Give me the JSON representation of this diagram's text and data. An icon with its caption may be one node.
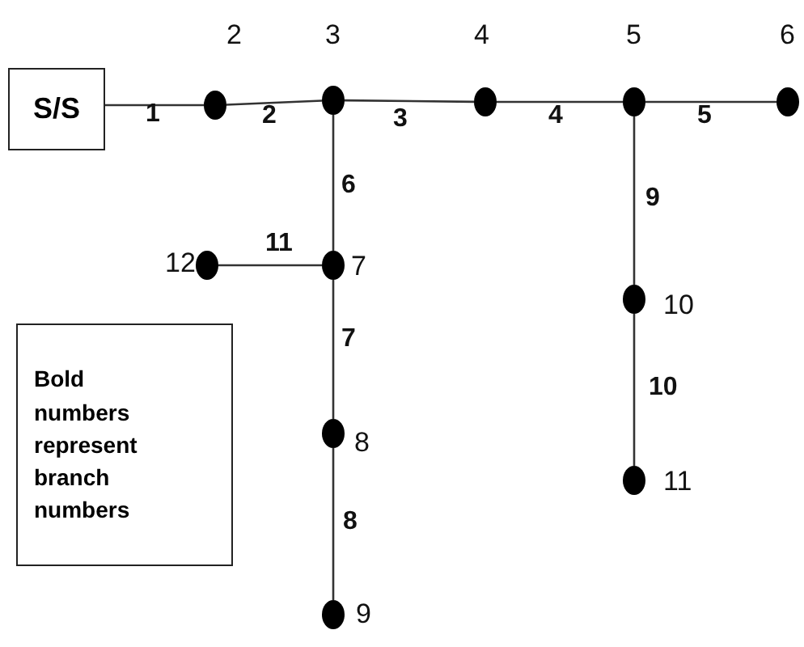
{
  "diagram": {
    "nodes": [
      {
        "text": [
          "S/S"
        ]
      },
      {
        "text": [],
        "shape": "circle",
        "beside": [
          "2"
        ]
      },
      {
        "text": [],
        "shape": "circle",
        "beside": [
          "3"
        ]
      },
      {
        "text": [],
        "shape": "circle",
        "beside": [
          "4"
        ]
      },
      {
        "text": [],
        "shape": "circle",
        "beside": [
          "5"
        ]
      },
      {
        "text": [],
        "shape": "circle",
        "beside": [
          "6"
        ]
      },
      {
        "text": [],
        "shape": "circle",
        "beside": [
          "12"
        ]
      },
      {
        "text": [],
        "shape": "circle",
        "beside": [
          "7"
        ]
      },
      {
        "text": [],
        "shape": "circle",
        "beside": [
          "10"
        ]
      },
      {
        "text": [],
        "shape": "circle",
        "beside": [
          "8"
        ]
      },
      {
        "text": [],
        "shape": "circle",
        "beside": [
          "11"
        ]
      },
      {
        "text": [],
        "shape": "circle",
        "beside": [
          "9"
        ]
      },
      {
        "text": [
          "Bold numbers represent branch numbers"
        ]
      }
    ],
    "edges": [
      {
        "from": 0,
        "to": 1,
        "arrow": "none",
        "label": "1"
      },
      {
        "from": 1,
        "to": 2,
        "arrow": "none",
        "label": "2"
      },
      {
        "from": 2,
        "to": 3,
        "arrow": "none",
        "label": "3"
      },
      {
        "from": 3,
        "to": 4,
        "arrow": "none",
        "label": "4"
      },
      {
        "from": 4,
        "to": 5,
        "arrow": "none",
        "label": "5"
      },
      {
        "from": 2,
        "to": 7,
        "arrow": "none",
        "label": "6"
      },
      {
        "from": 7,
        "to": 9,
        "arrow": "none",
        "label": "7"
      },
      {
        "from": 9,
        "to": 11,
        "arrow": "none",
        "label": "8"
      },
      {
        "from": 4,
        "to": 8,
        "arrow": "none",
        "label": "9"
      },
      {
        "from": 8,
        "to": 10,
        "arrow": "none",
        "label": "10"
      },
      {
        "from": 7,
        "to": 6,
        "arrow": "none",
        "label": "11"
      }
    ]
  }
}
